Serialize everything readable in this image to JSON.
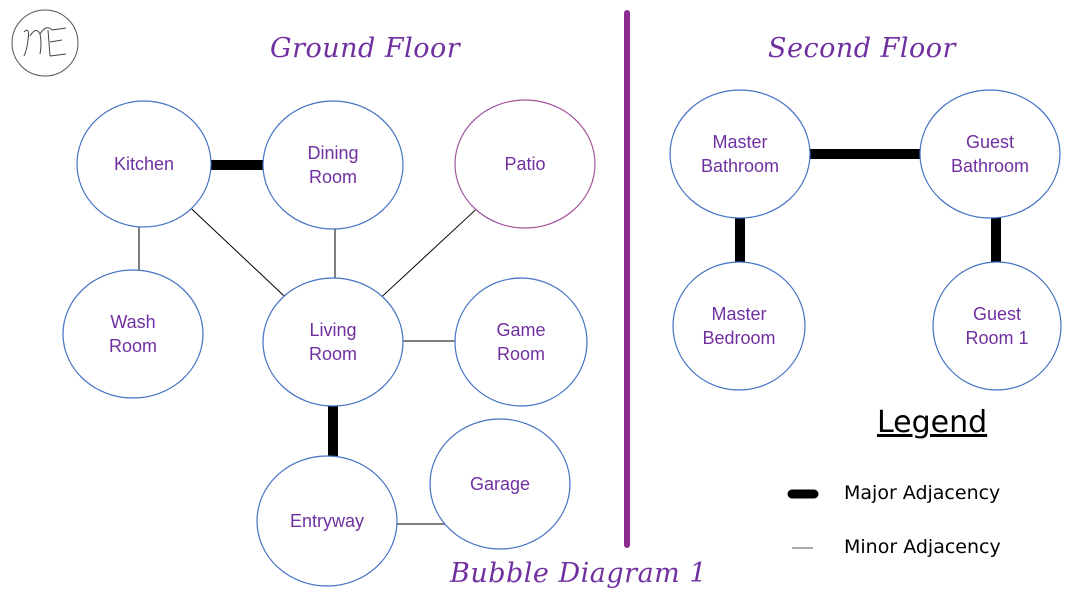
{
  "titles": {
    "ground_floor": "Ground Floor",
    "second_floor": "Second Floor",
    "caption": "Bubble Diagram 1"
  },
  "logo_text": "ME",
  "colors": {
    "accent": "#7030a0",
    "bubble_stroke": "#4472c4",
    "patio_stroke": "#a0559c",
    "divider": "#8e2b8e",
    "line": "#000000"
  },
  "rooms": [
    {
      "id": "kitchen",
      "lines": [
        "Kitchen"
      ]
    },
    {
      "id": "dining",
      "lines": [
        "Dining",
        "Room"
      ]
    },
    {
      "id": "patio",
      "lines": [
        "Patio"
      ]
    },
    {
      "id": "wash",
      "lines": [
        "Wash",
        "Room"
      ]
    },
    {
      "id": "living",
      "lines": [
        "Living",
        "Room"
      ]
    },
    {
      "id": "game",
      "lines": [
        "Game",
        "Room"
      ]
    },
    {
      "id": "entryway",
      "lines": [
        "Entryway"
      ]
    },
    {
      "id": "garage",
      "lines": [
        "Garage"
      ]
    },
    {
      "id": "master-bathroom",
      "lines": [
        "Master",
        "Bathroom"
      ]
    },
    {
      "id": "guest-bathroom",
      "lines": [
        "Guest",
        "Bathroom"
      ]
    },
    {
      "id": "master-bedroom",
      "lines": [
        "Master",
        "Bedroom"
      ]
    },
    {
      "id": "guest-room-1",
      "lines": [
        "Guest",
        "Room 1"
      ]
    }
  ],
  "adjacencies": [
    {
      "from": "kitchen",
      "to": "dining",
      "type": "major"
    },
    {
      "from": "kitchen",
      "to": "wash",
      "type": "minor"
    },
    {
      "from": "kitchen",
      "to": "living",
      "type": "minor"
    },
    {
      "from": "dining",
      "to": "living",
      "type": "minor"
    },
    {
      "from": "patio",
      "to": "living",
      "type": "minor"
    },
    {
      "from": "living",
      "to": "game",
      "type": "minor"
    },
    {
      "from": "living",
      "to": "entryway",
      "type": "major"
    },
    {
      "from": "entryway",
      "to": "garage",
      "type": "minor"
    },
    {
      "from": "master-bathroom",
      "to": "guest-bathroom",
      "type": "major"
    },
    {
      "from": "master-bathroom",
      "to": "master-bedroom",
      "type": "major"
    },
    {
      "from": "guest-bathroom",
      "to": "guest-room-1",
      "type": "major"
    }
  ],
  "legend": {
    "title": "Legend",
    "major": "Major Adjacency",
    "minor": "Minor Adjacency"
  }
}
